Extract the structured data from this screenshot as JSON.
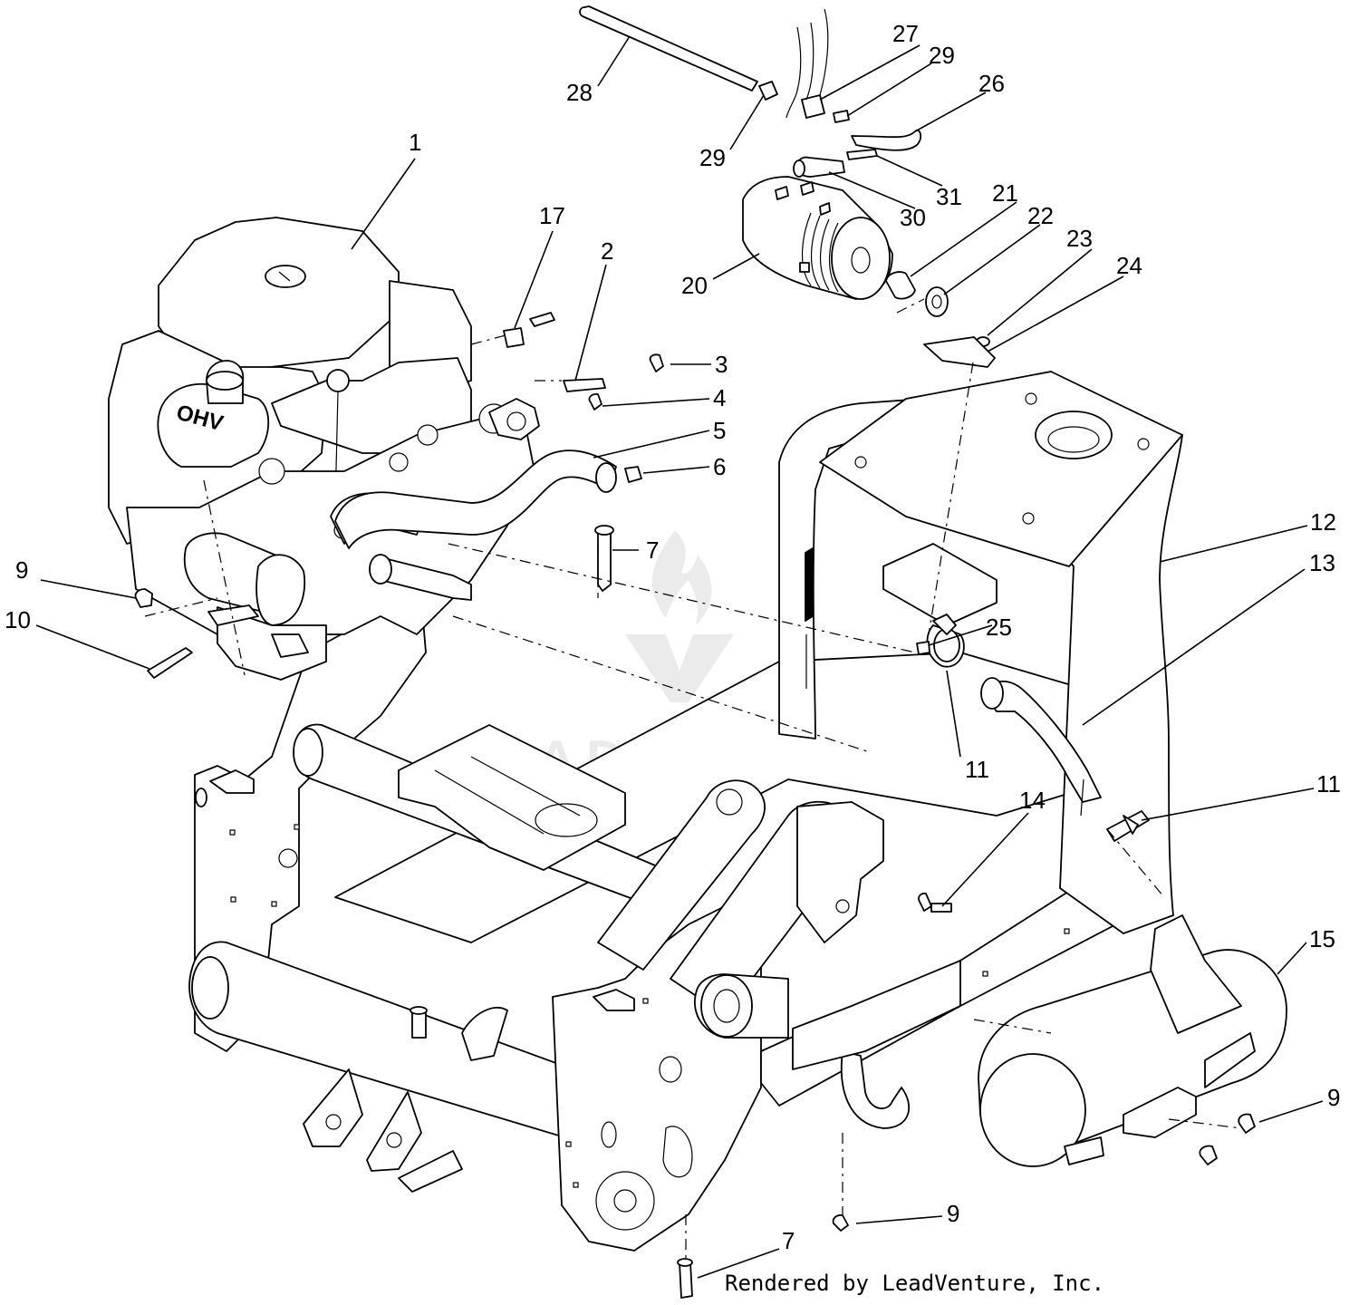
{
  "callouts": [
    {
      "id": "1",
      "text": "1"
    },
    {
      "id": "2",
      "text": "2"
    },
    {
      "id": "3",
      "text": "3"
    },
    {
      "id": "4",
      "text": "4"
    },
    {
      "id": "5",
      "text": "5"
    },
    {
      "id": "6",
      "text": "6"
    },
    {
      "id": "7a",
      "text": "7"
    },
    {
      "id": "7b",
      "text": "7"
    },
    {
      "id": "9a",
      "text": "9"
    },
    {
      "id": "9b",
      "text": "9"
    },
    {
      "id": "9c",
      "text": "9"
    },
    {
      "id": "10",
      "text": "10"
    },
    {
      "id": "11a",
      "text": "11"
    },
    {
      "id": "11b",
      "text": "11"
    },
    {
      "id": "12",
      "text": "12"
    },
    {
      "id": "13",
      "text": "13"
    },
    {
      "id": "14",
      "text": "14"
    },
    {
      "id": "15",
      "text": "15"
    },
    {
      "id": "17",
      "text": "17"
    },
    {
      "id": "20",
      "text": "20"
    },
    {
      "id": "21",
      "text": "21"
    },
    {
      "id": "22",
      "text": "22"
    },
    {
      "id": "23",
      "text": "23"
    },
    {
      "id": "24",
      "text": "24"
    },
    {
      "id": "25",
      "text": "25"
    },
    {
      "id": "26",
      "text": "26"
    },
    {
      "id": "27",
      "text": "27"
    },
    {
      "id": "28",
      "text": "28"
    },
    {
      "id": "29a",
      "text": "29"
    },
    {
      "id": "29b",
      "text": "29"
    },
    {
      "id": "30",
      "text": "30"
    },
    {
      "id": "31",
      "text": "31"
    }
  ],
  "engine_label": "OHV",
  "watermark": "LEADVENTURE",
  "credit": "Rendered by LeadVenture, Inc."
}
